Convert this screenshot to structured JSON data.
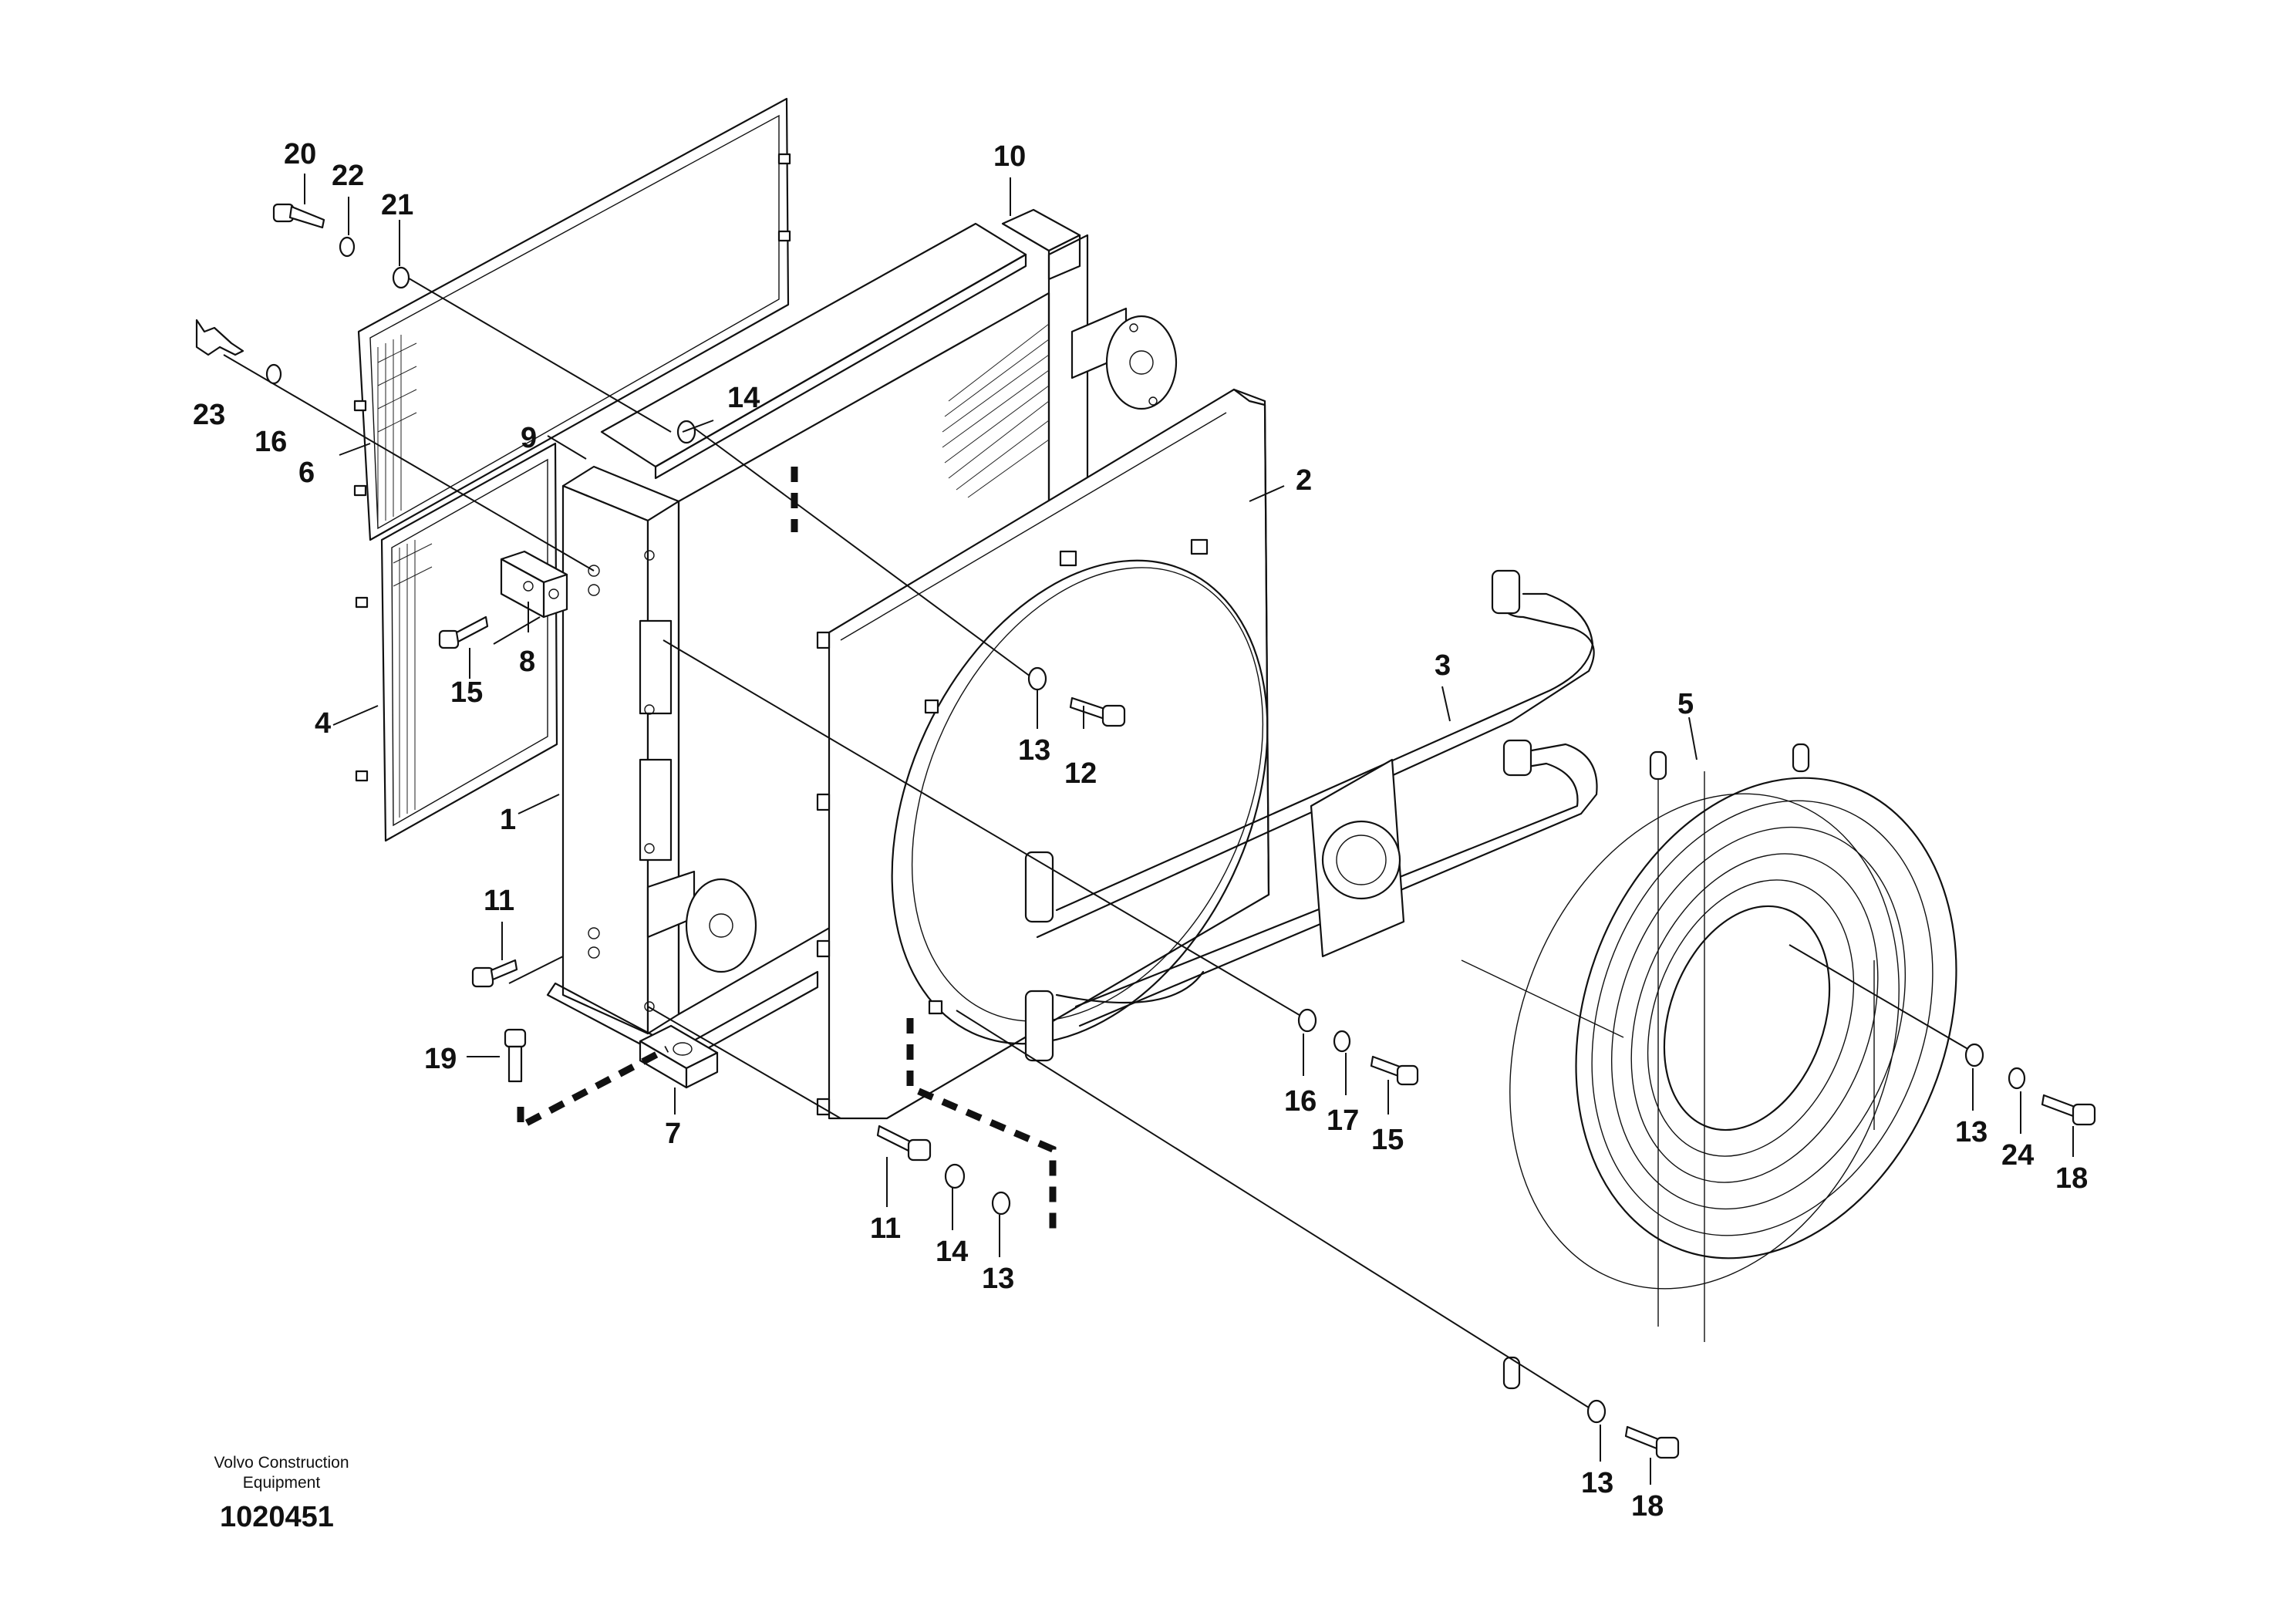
{
  "callouts": {
    "c1": "1",
    "c2": "2",
    "c3": "3",
    "c4": "4",
    "c5": "5",
    "c6": "6",
    "c7": "7",
    "c8": "8",
    "c9": "9",
    "c10": "10",
    "c11a": "11",
    "c11b": "11",
    "c12": "12",
    "c13a": "13",
    "c13b": "13",
    "c13c": "13",
    "c13d": "13",
    "c14a": "14",
    "c14b": "14",
    "c15a": "15",
    "c15b": "15",
    "c16a": "16",
    "c16b": "16",
    "c17": "17",
    "c18a": "18",
    "c18b": "18",
    "c19": "19",
    "c20": "20",
    "c21": "21",
    "c22": "22",
    "c23": "23",
    "c24": "24"
  },
  "footer": {
    "organization_line1": "Volvo Construction",
    "organization_line2": "Equipment",
    "drawing_number": "1020451"
  },
  "icons": [
    "radiator-core-drawing",
    "fan-shroud-drawing",
    "pipe-drawing",
    "fan-guard-drawing",
    "bolt-icon",
    "washer-icon",
    "wing-nut-icon"
  ]
}
